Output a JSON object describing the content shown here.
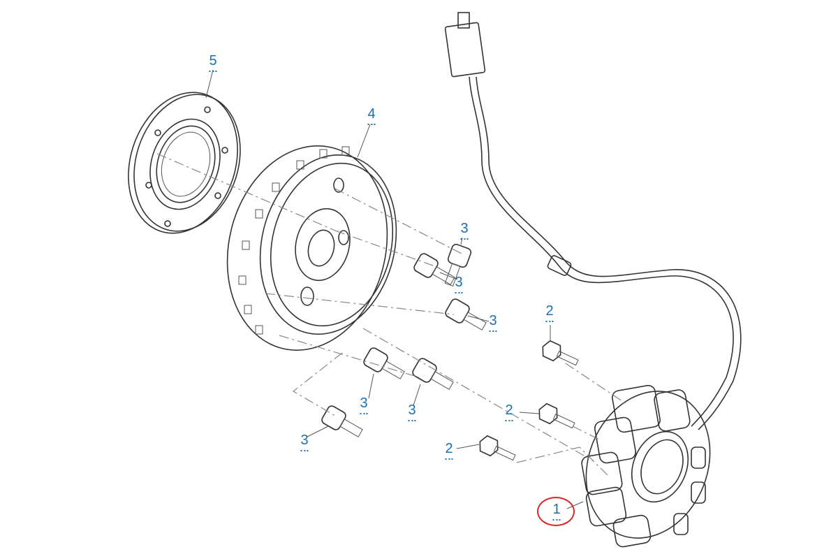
{
  "callouts": [
    {
      "id": "5",
      "label": "5"
    },
    {
      "id": "4",
      "label": "4"
    },
    {
      "id": "3a",
      "label": "3"
    },
    {
      "id": "3b",
      "label": "3"
    },
    {
      "id": "3c",
      "label": "3"
    },
    {
      "id": "3d",
      "label": "3"
    },
    {
      "id": "3e",
      "label": "3"
    },
    {
      "id": "3f",
      "label": "3"
    },
    {
      "id": "2a",
      "label": "2"
    },
    {
      "id": "2b",
      "label": "2"
    },
    {
      "id": "2c",
      "label": "2"
    },
    {
      "id": "1",
      "label": "1"
    }
  ],
  "highlighted_callout": "1",
  "colors": {
    "callout": "#1a6fb5",
    "highlight_ring": "#d42a2a",
    "line_art": "#333333"
  }
}
